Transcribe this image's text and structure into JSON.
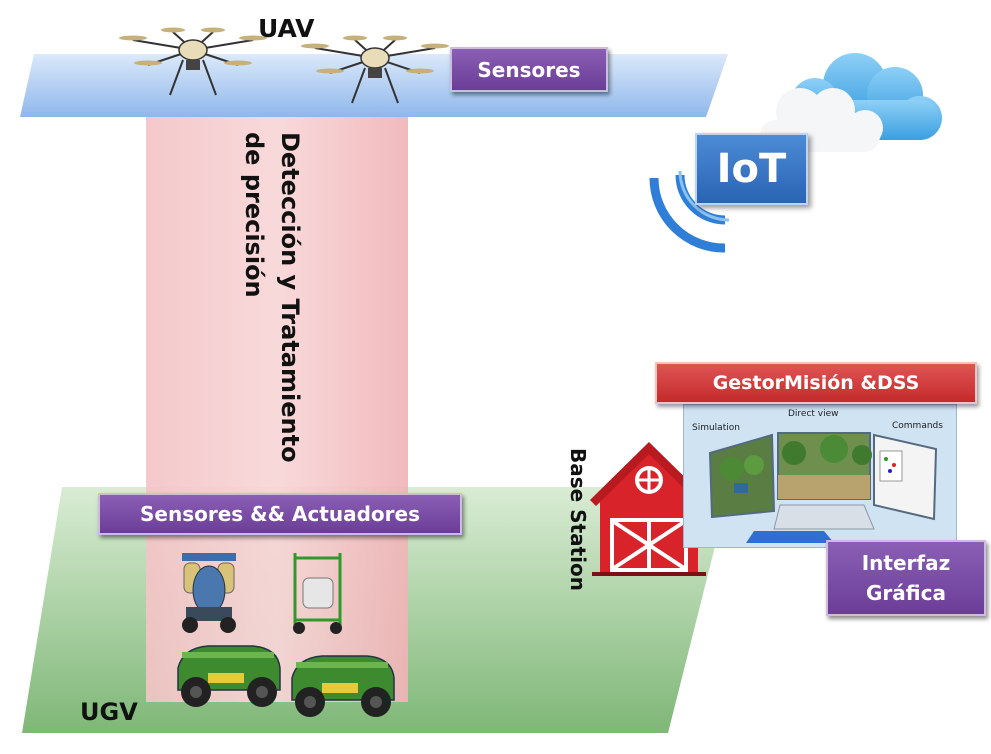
{
  "labels": {
    "uav": "UAV",
    "ugv": "UGV",
    "sensores": "Sensores",
    "sensores_actuadores": "Sensores && Actuadores",
    "vertical_text": "Detección y Tratamiento de precisión",
    "iot": "IoT",
    "gestor": "GestorMisión &DSS",
    "base_station": "Base Station",
    "interfaz_line1": "Interfaz",
    "interfaz_line2": "Gráfica"
  },
  "gui": {
    "simulation": "Simulation",
    "direct_view": "Direct view",
    "commands": "Commands"
  },
  "colors": {
    "uav_plane": "#a9c9f0",
    "ugv_plane": "#a6cf9e",
    "column": "#f0b5b8",
    "label_purple": "#7a4ea8",
    "iot_blue": "#3a78c6",
    "gestor_red": "#d43b3b",
    "barn_red": "#d8232a",
    "wifi_blue": "#2f7fd9",
    "robot_green": "#3e8a2e"
  }
}
